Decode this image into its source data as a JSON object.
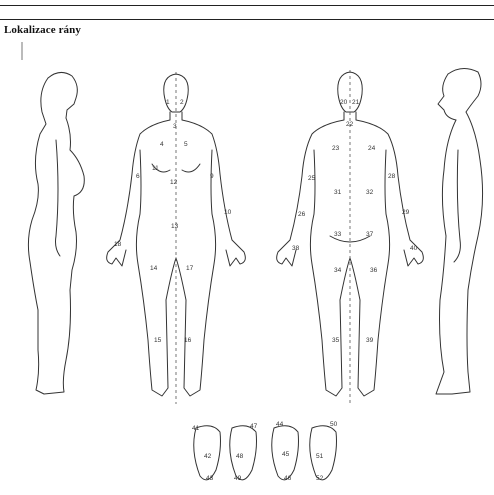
{
  "title": "Lokalizace rány",
  "regions": [
    "1",
    "2",
    "3",
    "4",
    "5",
    "6",
    "9",
    "10",
    "11",
    "12",
    "13",
    "14",
    "15",
    "16",
    "17",
    "18",
    "20",
    "21",
    "22",
    "23",
    "24",
    "25",
    "26",
    "28",
    "29",
    "31",
    "32",
    "33",
    "34",
    "35",
    "36",
    "37",
    "38",
    "39",
    "40",
    "41",
    "42",
    "43",
    "44",
    "45",
    "46",
    "47",
    "48",
    "49",
    "50",
    "51",
    "52"
  ]
}
